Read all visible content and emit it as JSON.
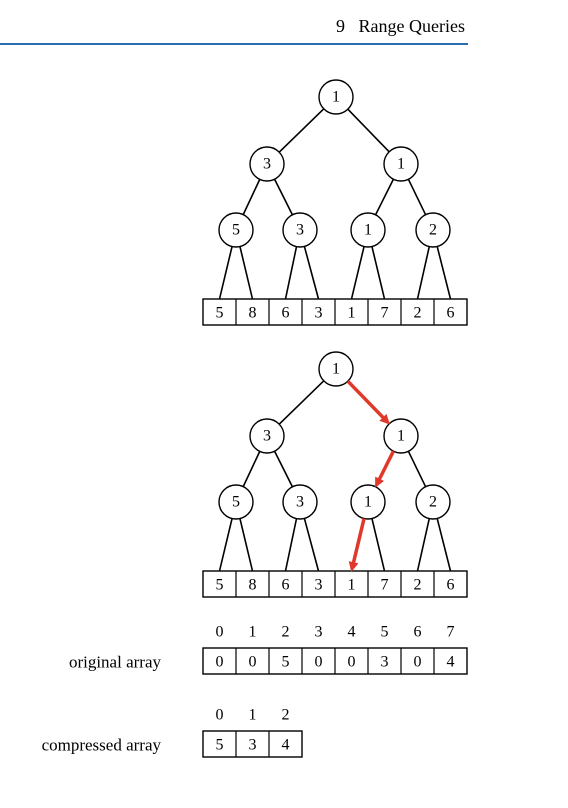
{
  "header": {
    "chapter_number": "9",
    "chapter_title": "Range Queries"
  },
  "tree_top": {
    "nodes": [
      "1",
      "3",
      "1",
      "5",
      "3",
      "1",
      "2"
    ],
    "leaves": [
      "5",
      "8",
      "6",
      "3",
      "1",
      "7",
      "2",
      "6"
    ]
  },
  "tree_bottom": {
    "nodes": [
      "1",
      "3",
      "1",
      "5",
      "3",
      "1",
      "2"
    ],
    "leaves": [
      "5",
      "8",
      "6",
      "3",
      "1",
      "7",
      "2",
      "6"
    ],
    "highlight_color": "#e0392b"
  },
  "original_array": {
    "label": "original array",
    "indices": [
      "0",
      "1",
      "2",
      "3",
      "4",
      "5",
      "6",
      "7"
    ],
    "values": [
      "0",
      "0",
      "5",
      "0",
      "0",
      "3",
      "0",
      "4"
    ]
  },
  "compressed_array": {
    "label": "compressed array",
    "indices": [
      "0",
      "1",
      "2"
    ],
    "values": [
      "5",
      "3",
      "4"
    ]
  }
}
